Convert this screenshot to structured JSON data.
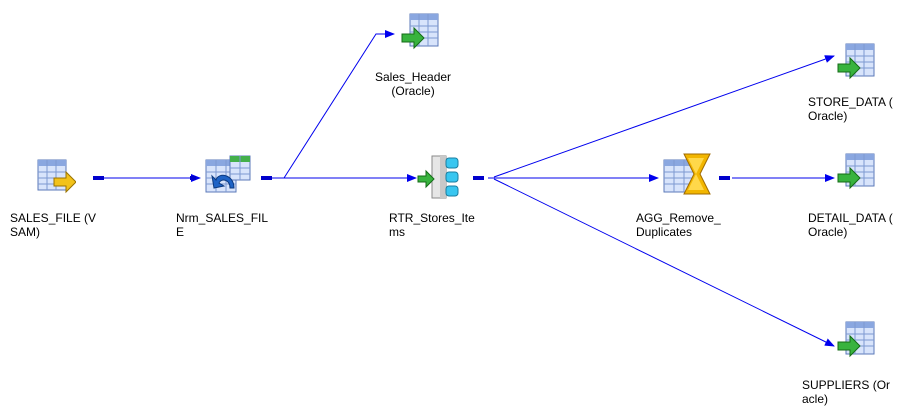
{
  "canvas": {
    "link_color": "#0000ee",
    "port_color": "#0000cc"
  },
  "nodes": {
    "sales_file": {
      "label": "SALES_FILE (V\nSAM)",
      "icon": "source-table-icon"
    },
    "nrm_sales_file": {
      "label": "Nrm_SALES_FIL\nE",
      "icon": "normalizer-icon"
    },
    "sales_header": {
      "label": "Sales_Header\n(Oracle)",
      "icon": "target-table-icon"
    },
    "rtr_stores_items": {
      "label": "RTR_Stores_Ite\nms",
      "icon": "router-icon"
    },
    "agg_remove_duplicates": {
      "label": "AGG_Remove_\nDuplicates",
      "icon": "aggregator-icon"
    },
    "store_data": {
      "label": "STORE_DATA (\nOracle)",
      "icon": "target-table-icon"
    },
    "detail_data": {
      "label": "DETAIL_DATA (\nOracle)",
      "icon": "target-table-icon"
    },
    "suppliers": {
      "label": "SUPPLIERS (Or\nacle)",
      "icon": "target-table-icon"
    }
  }
}
